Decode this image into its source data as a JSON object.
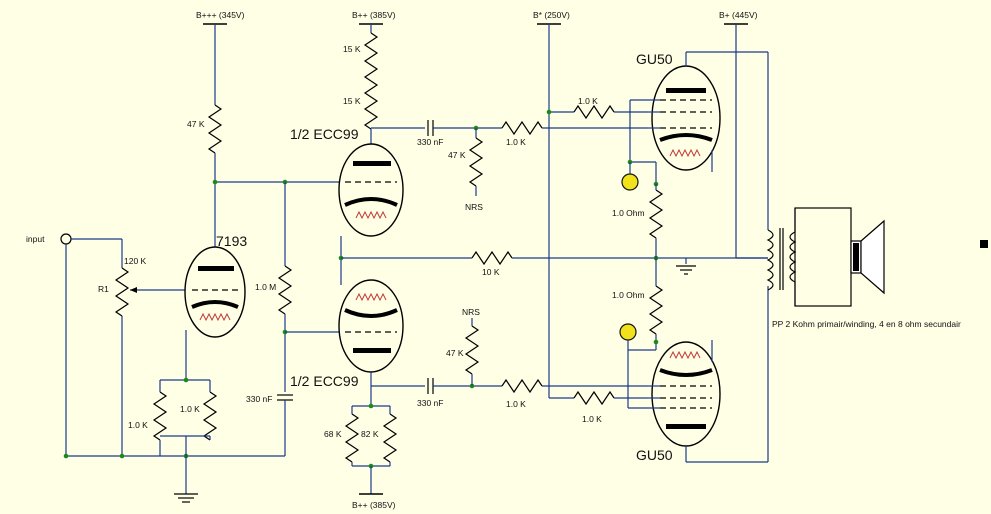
{
  "rails": {
    "b_triple": "B+++ (345V)",
    "b_double_top": "B++ (385V)",
    "b_star": "B* (250V)",
    "b_plus": "B+ (445V)",
    "b_double_bottom": "B++ (385V)"
  },
  "tubes": {
    "v1": "7193",
    "v2_top": "1/2 ECC99",
    "v2_bottom": "1/2 ECC99",
    "v3_top": "GU50",
    "v3_bottom": "GU50"
  },
  "labels": {
    "input": "input",
    "pot_value": "120 K",
    "pot_name": "R1",
    "r_47k_plate": "47 K",
    "r_1m": "1.0 M",
    "r_1k_left": "1.0 K",
    "r_1k_right": "1.0 K",
    "c_330_bypass": "330 nF",
    "r_15k_a": "15 K",
    "r_15k_b": "15 K",
    "c_330_top": "330 nF",
    "r_47k_top": "47 K",
    "nrs_top": "NRS",
    "r_1k_top_series": "1.0 K",
    "r_1k_top_g2": "1.0 K",
    "r_10k": "10 K",
    "r_1ohm_top": "1.0 Ohm",
    "r_1ohm_bottom": "1.0 Ohm",
    "nrs_bottom": "NRS",
    "r_47k_bottom": "47 K",
    "c_330_bottom": "330 nF",
    "r_1k_bottom_series": "1.0 K",
    "r_1k_bottom_g2": "1.0 K",
    "r_68k": "68 K",
    "r_82k": "82 K",
    "transformer_note": "PP 2 Kohm primair/winding, 4 en 8 ohm secundair"
  },
  "colors": {
    "wire": "#1a3a8a",
    "background": "#ffffe6",
    "node": "#1a8a1a",
    "bias_indicator": "#f2e21c",
    "filament": "#c23b3b"
  }
}
